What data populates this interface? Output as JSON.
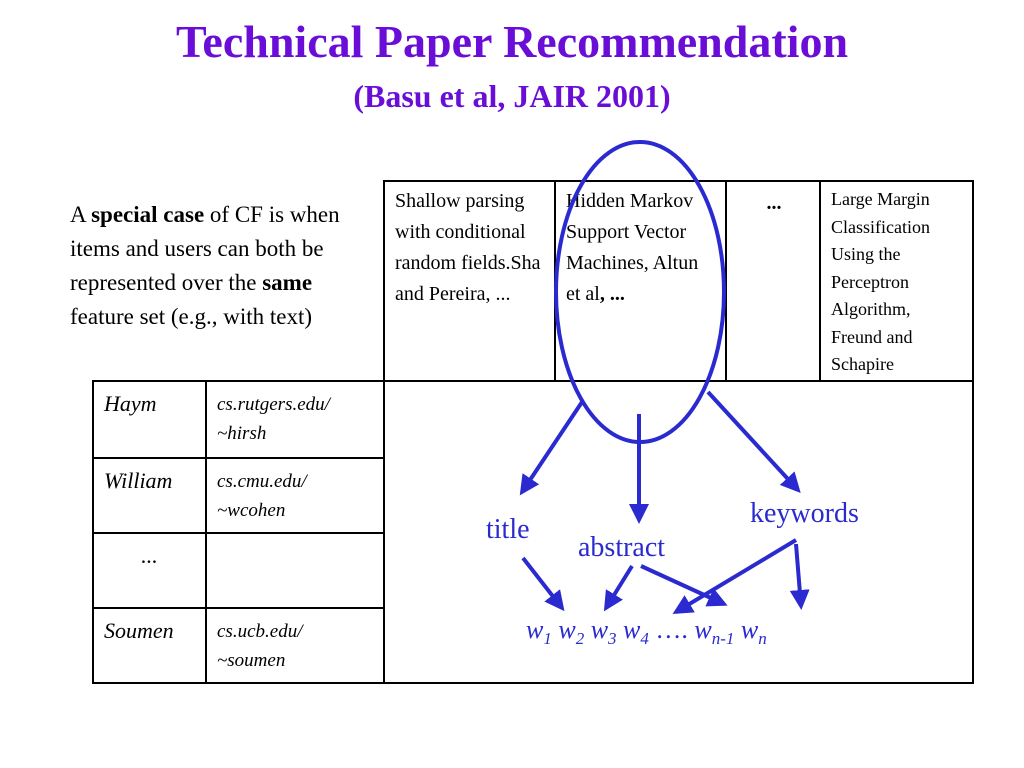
{
  "slide": {
    "title": "Technical Paper Recommendation",
    "subtitle": "(Basu et al, JAIR 2001)"
  },
  "intro": {
    "part1": "A ",
    "bold1": "special case",
    "part2": " of CF is when items and users can both be represented over the ",
    "bold2": "same",
    "part3": " feature set (e.g., with text)"
  },
  "papers": [
    {
      "text": "Shallow parsing with conditional random fields.Sha and Pereira, ..."
    },
    {
      "text": "Hidden Markov Support Vector Machines, Altun et al",
      "bold_suffix": ", ..."
    },
    {
      "text": "..."
    },
    {
      "text": "Large Margin Classification Using the Perceptron Algorithm, Freund and Schapire"
    }
  ],
  "users": [
    {
      "name": "Haym",
      "url": "cs.rutgers.edu/ ~hirsh"
    },
    {
      "name": "William",
      "url": "cs.cmu.edu/ ~wcohen"
    },
    {
      "name": "...",
      "url": ""
    },
    {
      "name": "Soumen",
      "url": "cs.ucb.edu/ ~soumen"
    }
  ],
  "fields": {
    "title": "title",
    "abstract": "abstract",
    "keywords": "keywords"
  },
  "words": {
    "w": "w",
    "sub1": "1",
    "sub2": "2",
    "sub3": "3",
    "sub4": "4",
    "dots": "….",
    "subn1": "n-1",
    "subn": "n"
  },
  "colors": {
    "title": "#6a0dd6",
    "diagram": "#2a2ad0"
  }
}
